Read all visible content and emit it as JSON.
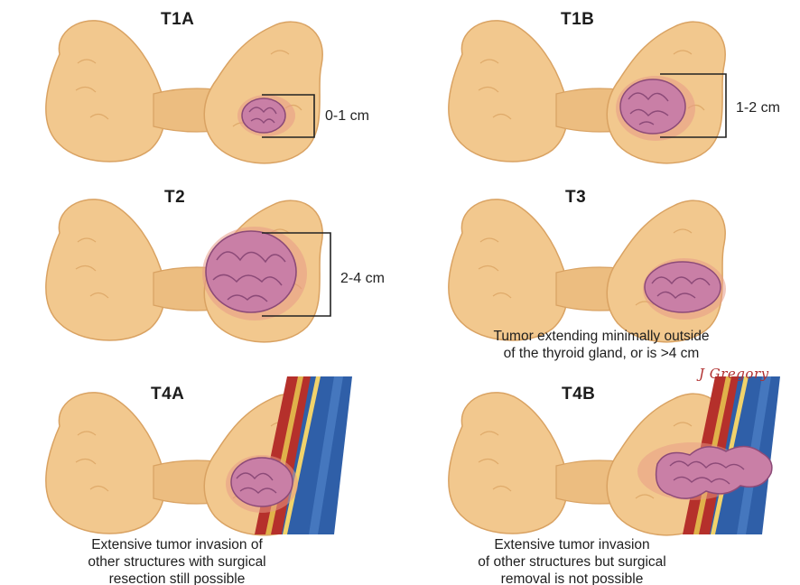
{
  "panels": [
    {
      "title": "T1A",
      "measurement": "0-1 cm"
    },
    {
      "title": "T1B",
      "measurement": "1-2 cm"
    },
    {
      "title": "T2",
      "measurement": "2-4 cm"
    },
    {
      "title": "T3",
      "caption": [
        "Tumor extending minimally outside",
        "of the thyroid gland, or is >4 cm"
      ]
    },
    {
      "title": "T4A",
      "caption": [
        "Extensive tumor invasion of",
        "other structures with surgical",
        "resection still possible"
      ]
    },
    {
      "title": "T4B",
      "caption": [
        "Extensive tumor invasion",
        "of other structures but surgical",
        "removal is not possible"
      ]
    }
  ],
  "signature": "J Gregory",
  "colors": {
    "gland": "#f2c88e",
    "gland_shadow": "#d9a262",
    "tumor": "#c97fa6",
    "tumor_dark": "#8c4a78",
    "artery": "#b5302b",
    "vein": "#2f5fa8",
    "nerve": "#f1d36b"
  }
}
